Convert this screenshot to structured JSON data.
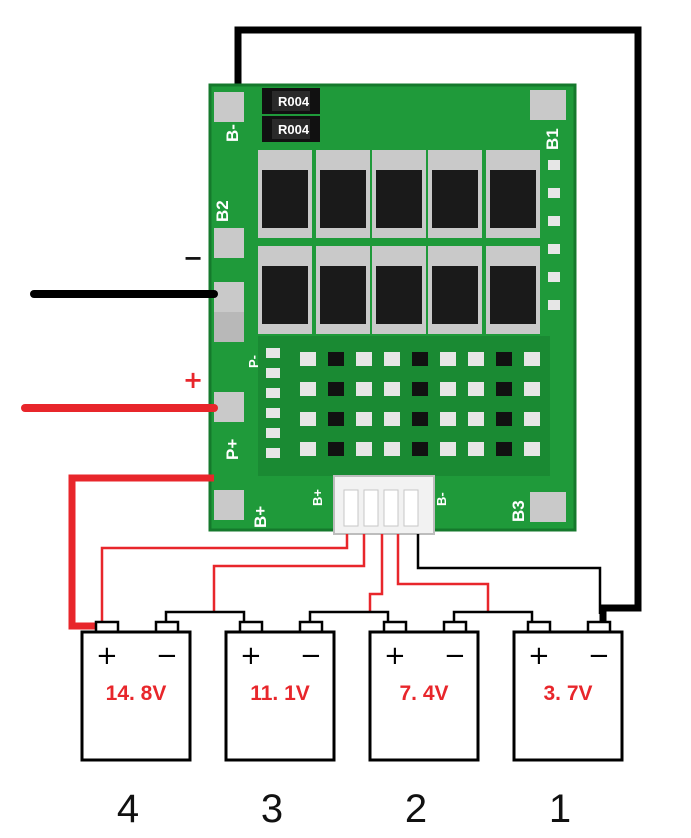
{
  "colors": {
    "pcb_green": "#1f9a3a",
    "pcb_dark": "#177a2c",
    "pad": "#c9c9c9",
    "mosfet": "#1a1a1a",
    "wire_black": "#000000",
    "wire_red": "#e8262b",
    "voltage_text": "#e8262b"
  },
  "board": {
    "label_b_minus": "B-",
    "label_b1": "B1",
    "label_b2": "B2",
    "label_b3": "B3",
    "label_p_minus": "P-",
    "label_p_plus": "P+",
    "label_b_plus": "B+",
    "label_b_plus_conn": "B+",
    "label_b_minus_conn": "B-",
    "resistor_text": "R004"
  },
  "outputs": {
    "minus_sign": "−",
    "plus_sign": "+"
  },
  "cells": [
    {
      "number": "4",
      "voltage": "14. 8V",
      "plus": "+",
      "minus": "−"
    },
    {
      "number": "3",
      "voltage": "11. 1V",
      "plus": "+",
      "minus": "−"
    },
    {
      "number": "2",
      "voltage": "7. 4V",
      "plus": "+",
      "minus": "−"
    },
    {
      "number": "1",
      "voltage": "3. 7V",
      "plus": "+",
      "minus": "−"
    }
  ]
}
